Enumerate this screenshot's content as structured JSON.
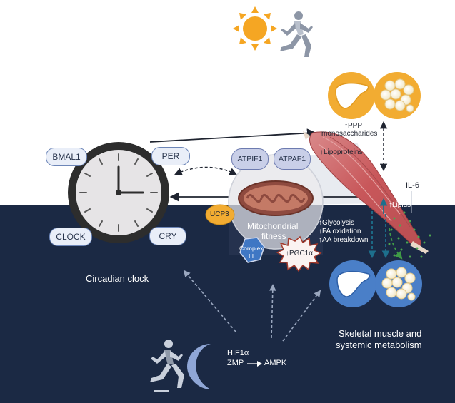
{
  "clock": {
    "bmal1": "BMAL1",
    "per": "PER",
    "clock": "CLOCK",
    "cry": "CRY",
    "caption": "Circadian clock"
  },
  "mito": {
    "atpif1": "ATPIF1",
    "atpaf1": "ATPAF1",
    "ucp3": "UCP3",
    "title_line1": "Mitochondrial",
    "title_line2": "fitness",
    "complex_line1": "Complex",
    "complex_line2": "III",
    "pgc1a": "↑PGC1α"
  },
  "muscle": {
    "ppp": "↑PPP",
    "monosaccharides": "monosaccharides",
    "lipoproteins": "↑Lipoproteins",
    "il6": "IL-6",
    "lipids": "↑Lipids",
    "glycolysis": "↑Glycolysis",
    "fa_oxidation": "↑FA oxidation",
    "aa_breakdown": "↑AA breakdown",
    "caption_line1": "Skeletal muscle and",
    "caption_line2": "systemic metabolism"
  },
  "night": {
    "hif1a": "HIF1α",
    "zmp": "ZMP",
    "ampk": "AMPK"
  },
  "colors": {
    "night_bg": "#1b2944",
    "day_bg": "#ffffff",
    "sun": "#f5a623",
    "moon": "#8fa6d6",
    "liver_day": "#f2ac32",
    "liver_night": "#4a7fc8",
    "muscle": "#c8575a"
  },
  "icons": [
    "sun-icon",
    "runner-day-icon",
    "runner-night-icon",
    "moon-icon",
    "liver-icon",
    "adipose-icon",
    "clock-icon",
    "mitochondrion-icon",
    "muscle-icon"
  ]
}
